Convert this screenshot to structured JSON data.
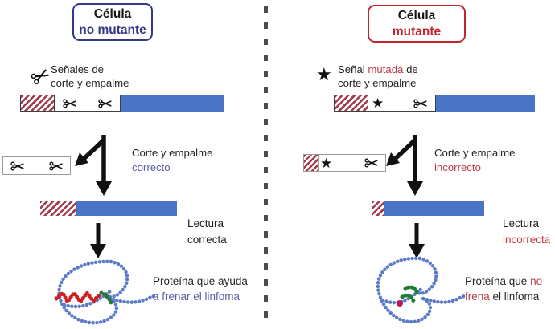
{
  "colors": {
    "navy": "#35388a",
    "purple-text": "#5a5da8",
    "red-accent": "#c13a43",
    "red-title": "#c4242c",
    "bar-blue": "#4a75c6",
    "stripe-red": "#a23b4b",
    "ink": "#252525",
    "protein-blue": "#5b7ac8",
    "protein-red": "#cf1f1f",
    "protein-green": "#1e7d32"
  },
  "icons": {
    "scissors": "scissors-icon",
    "star": "★"
  },
  "left": {
    "title": {
      "line1": "Célula",
      "line2": "no mutante"
    },
    "signal": {
      "line1": "Señales de",
      "line2": "corte y empalme"
    },
    "splice": {
      "line1": "Corte y empalme",
      "line2": "correcto"
    },
    "reading": {
      "line1": "Lectura",
      "line2": "correcta"
    },
    "protein": {
      "line1": "Proteína que ayuda",
      "line2": "a frenar el linfoma"
    }
  },
  "right": {
    "title": {
      "line1": "Célula",
      "line2": "mutante"
    },
    "signal": {
      "pre": "Señal ",
      "highlight": "mutada",
      "post": " de",
      "line2": "corte y empalme"
    },
    "splice": {
      "line1": "Corte y empalme",
      "line2": "incorrecto"
    },
    "reading": {
      "line1": "Lectura",
      "line2": "incorrecta"
    },
    "protein": {
      "line1_pre": "Proteína que ",
      "line1_highlight": "no",
      "line2_highlight": "frena",
      "line2_post": " el linfoma"
    }
  }
}
